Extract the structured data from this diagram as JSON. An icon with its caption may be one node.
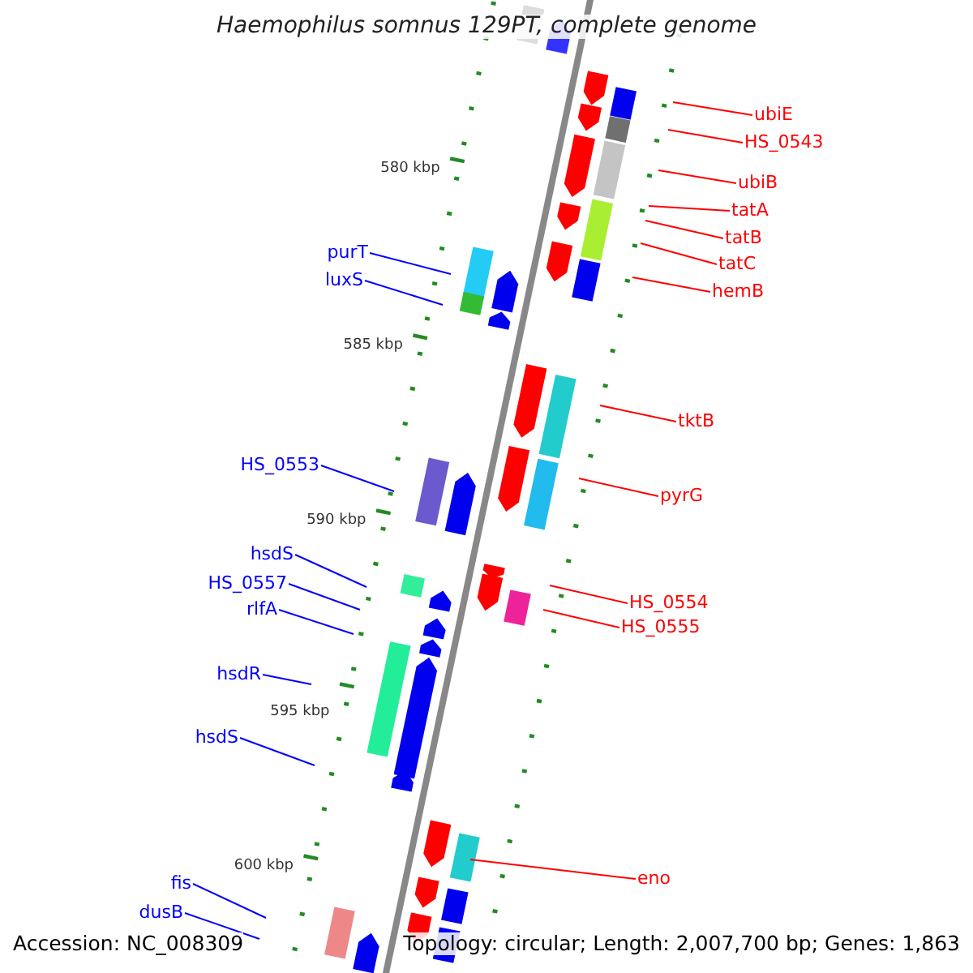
{
  "diagram": {
    "title": "Haemophilus somnus 129PT, complete genome",
    "nodes": [
      {
        "text": [
          "ubiE"
        ]
      },
      {
        "text": [
          "HS_0543"
        ]
      },
      {
        "text": [
          "ubiB"
        ]
      },
      {
        "text": [
          "tatA"
        ]
      },
      {
        "text": [
          "tatB"
        ]
      },
      {
        "text": [
          "purT"
        ]
      },
      {
        "text": [
          "tatC"
        ]
      },
      {
        "text": [
          "luxS"
        ]
      },
      {
        "text": [
          "hemB"
        ]
      },
      {
        "text": [
          "tktB"
        ]
      },
      {
        "text": [
          "HS_0553"
        ]
      },
      {
        "text": [
          "pyrG"
        ]
      },
      {
        "text": [
          "hsdS"
        ]
      },
      {
        "text": [
          "HS_0557"
        ]
      },
      {
        "text": [
          "HS_0554"
        ]
      },
      {
        "text": [
          "rlfA"
        ]
      },
      {
        "text": [
          "HS_0555"
        ]
      },
      {
        "text": [
          "hsdR"
        ]
      },
      {
        "text": [
          "hsdS"
        ]
      },
      {
        "text": [
          "eno"
        ]
      },
      {
        "text": [
          "fis"
        ]
      },
      {
        "text": [
          "dusB"
        ]
      }
    ],
    "edges": [
      {
        "from": 0,
        "to": null,
        "arrow": "none"
      },
      {
        "from": 1,
        "to": null,
        "arrow": "none"
      },
      {
        "from": 2,
        "to": null,
        "arrow": "none"
      },
      {
        "from": 3,
        "to": null,
        "arrow": "none"
      },
      {
        "from": 4,
        "to": null,
        "arrow": "none"
      },
      {
        "from": 5,
        "to": null,
        "arrow": "none",
        "color": "#0000ff"
      },
      {
        "from": 6,
        "to": null,
        "arrow": "none"
      },
      {
        "from": 7,
        "to": null,
        "arrow": "none",
        "color": "#0000ff"
      },
      {
        "from": 8,
        "to": null,
        "arrow": "none"
      },
      {
        "from": 9,
        "to": null,
        "arrow": "none"
      },
      {
        "from": 10,
        "to": null,
        "arrow": "none",
        "color": "#0000ff"
      },
      {
        "from": 11,
        "to": null,
        "arrow": "none"
      },
      {
        "from": 12,
        "to": null,
        "arrow": "none",
        "color": "#0000ff"
      },
      {
        "from": 13,
        "to": null,
        "arrow": "none",
        "color": "#0000ff"
      },
      {
        "from": 14,
        "to": null,
        "arrow": "none"
      },
      {
        "from": 15,
        "to": null,
        "arrow": "none",
        "color": "#0000ff"
      },
      {
        "from": 16,
        "to": null,
        "arrow": "none"
      },
      {
        "from": 17,
        "to": null,
        "arrow": "none",
        "color": "#0000ff"
      },
      {
        "from": 18,
        "to": null,
        "arrow": "none",
        "color": "#0000ff"
      },
      {
        "from": 19,
        "to": null,
        "arrow": "none"
      },
      {
        "from": 20,
        "to": null,
        "arrow": "none",
        "color": "#0000ff"
      },
      {
        "from": 21,
        "to": null,
        "arrow": "none",
        "color": "#0000ff"
      }
    ],
    "labels": [
      "580 kbp",
      "585 kbp",
      "590 kbp",
      "595 kbp",
      "600 kbp",
      "Accession: NC_008309",
      "Topology: circular; Length: 2,007,700 bp; Genes: 1,863"
    ]
  }
}
